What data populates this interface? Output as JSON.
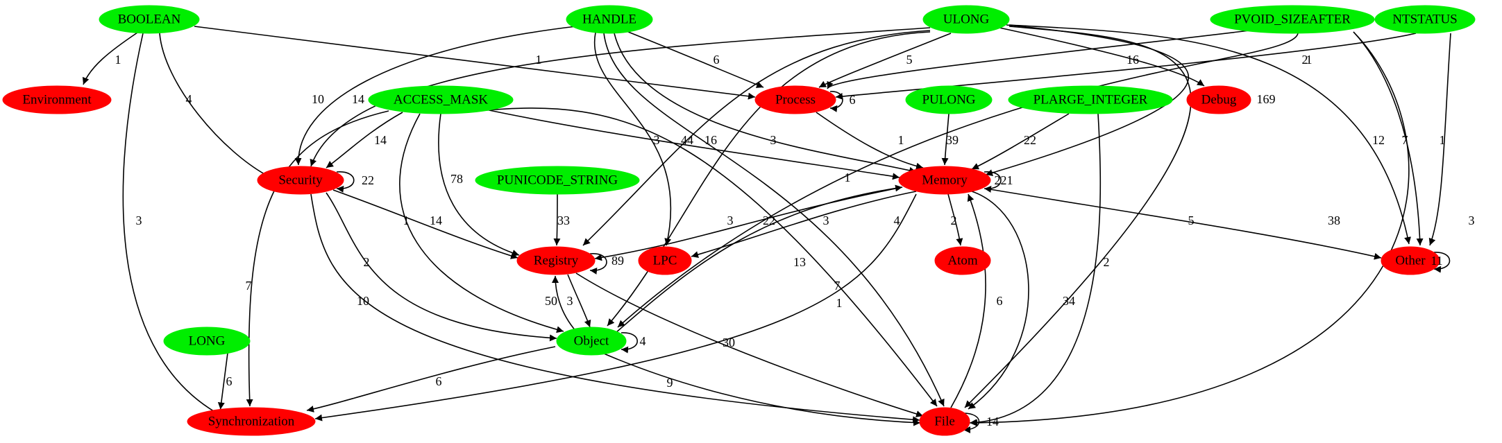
{
  "colors": {
    "input": "#00ee00",
    "category": "#ff0000",
    "edge": "#000000"
  },
  "nodes": [
    {
      "id": "BOOLEAN",
      "label": "BOOLEAN",
      "kind": "input"
    },
    {
      "id": "HANDLE",
      "label": "HANDLE",
      "kind": "input"
    },
    {
      "id": "ULONG",
      "label": "ULONG",
      "kind": "input"
    },
    {
      "id": "PVOID_SIZEAFTER",
      "label": "PVOID_SIZEAFTER",
      "kind": "input"
    },
    {
      "id": "NTSTATUS",
      "label": "NTSTATUS",
      "kind": "input"
    },
    {
      "id": "ACCESS_MASK",
      "label": "ACCESS_MASK",
      "kind": "input"
    },
    {
      "id": "PULONG",
      "label": "PULONG",
      "kind": "input"
    },
    {
      "id": "PLARGE_INTEGER",
      "label": "PLARGE_INTEGER",
      "kind": "input"
    },
    {
      "id": "PUNICODE_STRING",
      "label": "PUNICODE_STRING",
      "kind": "input"
    },
    {
      "id": "LONG",
      "label": "LONG",
      "kind": "input"
    },
    {
      "id": "Object",
      "label": "Object",
      "kind": "input"
    },
    {
      "id": "Environment",
      "label": "Environment",
      "kind": "category"
    },
    {
      "id": "Process",
      "label": "Process",
      "kind": "category"
    },
    {
      "id": "Debug",
      "label": "Debug",
      "kind": "category"
    },
    {
      "id": "Security",
      "label": "Security",
      "kind": "category"
    },
    {
      "id": "Memory",
      "label": "Memory",
      "kind": "category"
    },
    {
      "id": "Registry",
      "label": "Registry",
      "kind": "category"
    },
    {
      "id": "LPC",
      "label": "LPC",
      "kind": "category"
    },
    {
      "id": "Atom",
      "label": "Atom",
      "kind": "category"
    },
    {
      "id": "Other",
      "label": "Other",
      "kind": "category"
    },
    {
      "id": "Synchronization",
      "label": "Synchronization",
      "kind": "category"
    },
    {
      "id": "File",
      "label": "File",
      "kind": "category"
    }
  ],
  "edges": [
    {
      "id": "e1",
      "from": "BOOLEAN",
      "to": "Environment",
      "label": "1"
    },
    {
      "id": "e2",
      "from": "BOOLEAN",
      "to": "Security",
      "label": "4"
    },
    {
      "id": "e3",
      "from": "BOOLEAN",
      "to": "Synchronization",
      "label": "3"
    },
    {
      "id": "e4",
      "from": "BOOLEAN",
      "to": "Process",
      "label": "1"
    },
    {
      "id": "e5",
      "from": "HANDLE",
      "to": "Security",
      "label": "10"
    },
    {
      "id": "e6",
      "from": "HANDLE",
      "to": "Process",
      "label": "6"
    },
    {
      "id": "e7",
      "from": "HANDLE",
      "to": "LPC",
      "label": "3"
    },
    {
      "id": "e8",
      "from": "HANDLE",
      "to": "File",
      "label": "4"
    },
    {
      "id": "e9",
      "from": "HANDLE",
      "to": "Memory",
      "label": "16"
    },
    {
      "id": "e10",
      "from": "ULONG",
      "to": "Security",
      "label": "14"
    },
    {
      "id": "e11",
      "from": "ULONG",
      "to": "Process",
      "label": "5"
    },
    {
      "id": "e12",
      "from": "ULONG",
      "to": "Registry",
      "label": "44"
    },
    {
      "id": "e13",
      "from": "ULONG",
      "to": "Object",
      "label": "3"
    },
    {
      "id": "e14",
      "from": "ULONG",
      "to": "Debug",
      "label": "16"
    },
    {
      "id": "e15",
      "from": "ULONG",
      "to": "Memory",
      "label": "169"
    },
    {
      "id": "e16",
      "from": "ULONG",
      "to": "File",
      "label": "38"
    },
    {
      "id": "e17",
      "from": "ULONG",
      "to": "Other",
      "label": "12"
    },
    {
      "id": "e18",
      "from": "PVOID_SIZEAFTER",
      "to": "Process",
      "label": "2"
    },
    {
      "id": "e19",
      "from": "PVOID_SIZEAFTER",
      "to": "Object",
      "label": "1"
    },
    {
      "id": "e20",
      "from": "PVOID_SIZEAFTER",
      "to": "Other",
      "label": "7"
    },
    {
      "id": "e21",
      "from": "PVOID_SIZEAFTER",
      "to": "File",
      "label": "3"
    },
    {
      "id": "e22",
      "from": "NTSTATUS",
      "to": "Process",
      "label": "1"
    },
    {
      "id": "e23",
      "from": "NTSTATUS",
      "to": "Other",
      "label": "1"
    },
    {
      "id": "e24",
      "from": "ACCESS_MASK",
      "to": "Security",
      "label": "14"
    },
    {
      "id": "e25",
      "from": "ACCESS_MASK",
      "to": "Synchronization",
      "label": "7"
    },
    {
      "id": "e26",
      "from": "ACCESS_MASK",
      "to": "Object",
      "label": "1"
    },
    {
      "id": "e27",
      "from": "ACCESS_MASK",
      "to": "Registry",
      "label": "78"
    },
    {
      "id": "e28",
      "from": "ACCESS_MASK",
      "to": "File",
      "label": "13"
    },
    {
      "id": "e29",
      "from": "ACCESS_MASK",
      "to": "Memory",
      "label": "3"
    },
    {
      "id": "e30",
      "from": "PULONG",
      "to": "Memory",
      "label": "39"
    },
    {
      "id": "e31",
      "from": "PLARGE_INTEGER",
      "to": "Memory",
      "label": "22"
    },
    {
      "id": "e32",
      "from": "PLARGE_INTEGER",
      "to": "File",
      "label": "2"
    },
    {
      "id": "e33",
      "from": "PUNICODE_STRING",
      "to": "Registry",
      "label": "33"
    },
    {
      "id": "e34",
      "from": "LONG",
      "to": "Synchronization",
      "label": "6"
    },
    {
      "id": "e35",
      "from": "Process",
      "to": "Process",
      "label": "6"
    },
    {
      "id": "e36",
      "from": "Process",
      "to": "Memory",
      "label": "1"
    },
    {
      "id": "e37",
      "from": "Security",
      "to": "Security",
      "label": "22"
    },
    {
      "id": "e38",
      "from": "Security",
      "to": "Registry",
      "label": "14"
    },
    {
      "id": "e39",
      "from": "Security",
      "to": "Object",
      "label": "2"
    },
    {
      "id": "e40",
      "from": "Security",
      "to": "File",
      "label": "10"
    },
    {
      "id": "e41",
      "from": "Memory",
      "to": "Memory",
      "label": "221"
    },
    {
      "id": "e42",
      "from": "Memory",
      "to": "Registry",
      "label": "22"
    },
    {
      "id": "e43",
      "from": "Memory",
      "to": "LPC",
      "label": "3"
    },
    {
      "id": "e44",
      "from": "Memory",
      "to": "Atom",
      "label": "2"
    },
    {
      "id": "e45",
      "from": "Memory",
      "to": "Other",
      "label": "5"
    },
    {
      "id": "e46",
      "from": "Memory",
      "to": "Synchronization",
      "label": "1"
    },
    {
      "id": "e47",
      "from": "Memory",
      "to": "File",
      "label": "34"
    },
    {
      "id": "e48",
      "from": "Object",
      "to": "Memory",
      "label": "7"
    },
    {
      "id": "e49",
      "from": "Registry",
      "to": "Registry",
      "label": "89"
    },
    {
      "id": "e50",
      "from": "Registry",
      "to": "Object",
      "label": "3"
    },
    {
      "id": "e51",
      "from": "Registry",
      "to": "File",
      "label": "30"
    },
    {
      "id": "e52",
      "from": "Object",
      "to": "Registry",
      "label": "50"
    },
    {
      "id": "e53",
      "from": "Object",
      "to": "Object",
      "label": "4"
    },
    {
      "id": "e54",
      "from": "Object",
      "to": "Synchronization",
      "label": "6"
    },
    {
      "id": "e55",
      "from": "Object",
      "to": "File",
      "label": "9"
    },
    {
      "id": "e56",
      "from": "File",
      "to": "File",
      "label": "14"
    },
    {
      "id": "e57",
      "from": "File",
      "to": "Memory",
      "label": "6"
    },
    {
      "id": "e58",
      "from": "Other",
      "to": "Other",
      "label": "11"
    }
  ]
}
